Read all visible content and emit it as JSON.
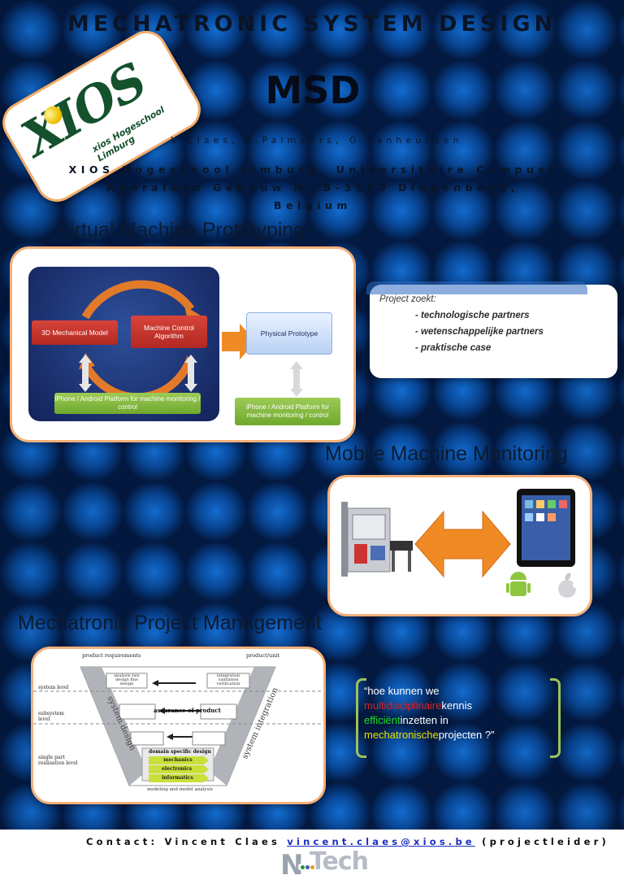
{
  "header": {
    "title": "MECHATRONIC SYSTEM DESIGN",
    "acronym": "MSD",
    "authors": "V.Claes, S.Palmaers, G.Vanheusden",
    "address_line1": "XIOS Hogeschool Limburg, Universitaire Campus,",
    "address_line2": "Agoralaan Gebouw H, B-3590 Diepenbeek, Belgium"
  },
  "logo": {
    "word": "XIOS",
    "sub": "xios Hogeschool Limburg"
  },
  "sections": {
    "vmp_title": "Virtual Machine Prototyping",
    "mmm_title": "Mobile Machine Monitoring",
    "mpm_title": "Mechatronic Project Management"
  },
  "vmp_diagram": {
    "box_mechanical": "3D Mechanical Model",
    "box_control": "Machine Control Algorithm",
    "box_physical": "Physical Prototype",
    "box_platform_left": "iPhone / Android Platform for machine monitoring / control",
    "box_platform_right": "iPhone / Android Platform for machine monitoring / control"
  },
  "project": {
    "heading": "Project zoekt:",
    "items": [
      "- technologische partners",
      "- wetenschappelijke partners",
      "- praktische case"
    ]
  },
  "vmodel": {
    "product_requirements": "product requirements",
    "product_unit": "product/unit",
    "system_level": "system level",
    "subsystem_level": "subsystem level",
    "single_part_level": "single part realisation level",
    "assurance": "assurance of product",
    "domain_design": "domain specific design",
    "mechanics": "mechanics",
    "electronics": "electronics",
    "informatics": "informatics",
    "modeling": "modeling and model analysis",
    "system_design": "system design",
    "system_integration": "system integration",
    "left_step_1": "analysis raw design fine design",
    "right_step_1": "integration validation verification"
  },
  "quote": {
    "part1": "“hoe kunnen we",
    "part2": "multidisciplinaire",
    "part3": "kennis",
    "part4": "efficiënt",
    "part5": "inzetten in",
    "part6": "mechatronische",
    "part7": "projecten ?”"
  },
  "footer": {
    "contact_label": "Contact: Vincent Claes",
    "email": "vincent.claes@xios.be",
    "role": "(projectleider)",
    "logo_n": "N",
    "logo_tech": "Tech"
  },
  "colors": {
    "accent_orange": "#f4b07a",
    "quote_red": "#e02020",
    "quote_green": "#19e01f",
    "quote_yellow": "#e6e000"
  }
}
